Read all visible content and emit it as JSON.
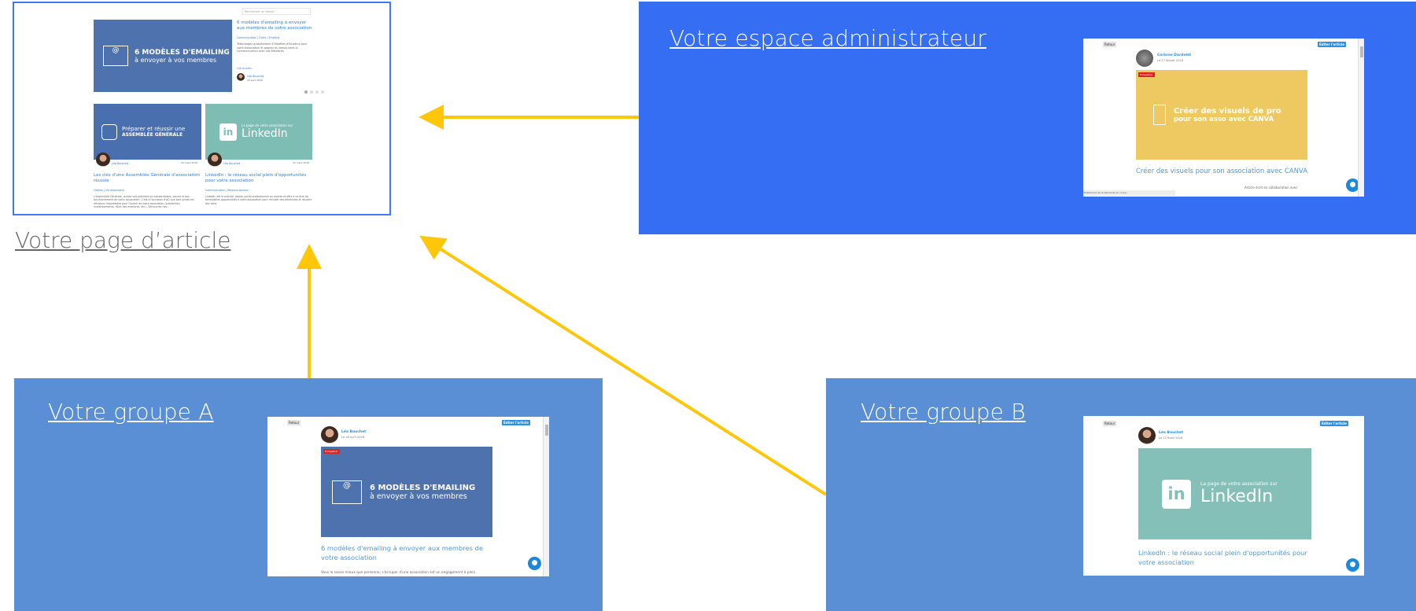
{
  "colors": {
    "admin_bg": "#356ef2",
    "group_bg": "#5a8fd6",
    "arrow": "#ffc60a",
    "frame": "#3f78f0",
    "link": "#2f8fe0"
  },
  "article_page": {
    "label": "Votre page d’article",
    "search_placeholder": "Rechercher un article",
    "featured": {
      "image_line1": "6 MODÈLES D'EMAILING",
      "image_line2": "à envoyer à vos membres",
      "title": "6 modèles d'emailing à envoyer aux membres de votre association",
      "tags": "Communication | Outils | Emailing",
      "excerpt": "Téléchargez gratuitement 6 Modèles d'Emailing pour votre Association et gagnez du temps dans la Communication avec vos Membres.",
      "read_more": "Lire la suite...",
      "author": "Léa Bouchet",
      "date": "16 avril 2018"
    },
    "cards": [
      {
        "image_line1": "Préparer et réussir une",
        "image_line2": "ASSEMBLÉE GÉNÉRALE",
        "author": "Léa Bouchet",
        "date": "20 mars 2018",
        "title": "Les clés d'une Assemblée Générale d'association réussie",
        "tags": "Gestion | Vie associative",
        "excerpt": "L'Assemblée Générale, qu'elle soit ordinaire ou extraordinaire, assure le bon fonctionnement de votre association. C'est à l'occasion d'AG que sont prises les décisions importantes pour l'avenir de votre association (subvention, investissements, rôles des membres, etc.). Découvrez nos..."
      },
      {
        "image_line1": "La page de votre association sur",
        "image_line2": "LinkedIn",
        "author": "Léa Bouchet",
        "date": "12 mars 2018",
        "title": "LinkedIn : le réseau social plein d'opportunités pour votre association",
        "tags": "Communication | Réseaux sociaux",
        "excerpt": "LinkedIn est le premier réseau social professionnel au monde et offre à ce titre de formidables opportunités à votre association pour recruter des bénévoles et récolter des dons."
      }
    ]
  },
  "admin": {
    "title": "Votre espace administrateur",
    "back": "Retour",
    "edit": "Éditer l'article",
    "author": "Corinne Dardelet",
    "date": "Le 27 février 2018",
    "save_badge": "Enregistrer",
    "image_line1": "Créer des visuels de pro",
    "image_line2": "pour son asso avec CANVA",
    "article_title": "Créer des visuels pour son association avec CANVA",
    "intro": "Article écrit en collaboration avec",
    "status": "Traitement de la demande en cours..."
  },
  "group_a": {
    "title": "Votre groupe A",
    "back": "Retour",
    "edit": "Éditer l'article",
    "author": "Léa Bouchet",
    "date": "Le 16 avril 2018",
    "save_badge": "Enregistrer",
    "image_line1": "6 MODÈLES D'EMAILING",
    "image_line2": "à envoyer à vos membres",
    "article_title": "6 modèles d'emailing à envoyer aux membres de votre association",
    "intro": "Vous le savez mieux que personne, s'occuper d'une association est un engagement à plein"
  },
  "group_b": {
    "title": "Votre groupe B",
    "back": "Retour",
    "edit": "Éditer l'article",
    "author": "Léa Bouchet",
    "date": "Le 12 mars 2018",
    "image_line1": "La page de votre association sur",
    "image_line2": "LinkedIn",
    "article_title": "LinkedIn : le réseau social plein d'opportunités pour votre association"
  }
}
